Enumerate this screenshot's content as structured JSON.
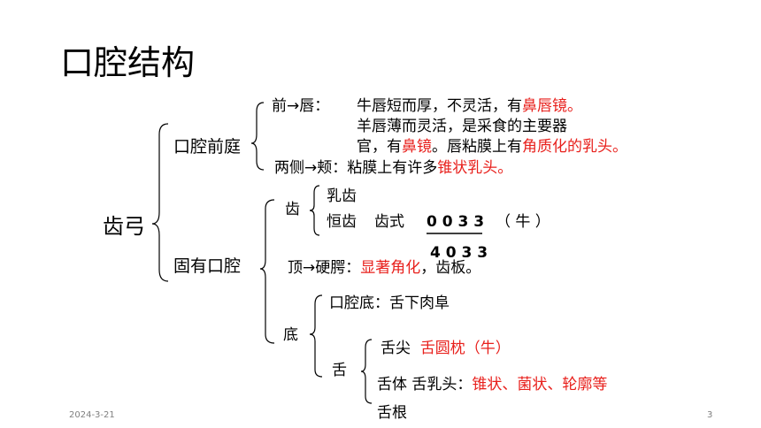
{
  "title": "口腔结构",
  "root": "齿弓",
  "vestibule": {
    "label": "口腔前庭",
    "front": {
      "label": "前→唇：",
      "line1_a": "牛唇短而厚，不灵活，有",
      "line1_b": "鼻唇镜。",
      "line2": "羊唇薄而灵活，是采食的主要器",
      "line3_a": "官，有",
      "line3_b": "鼻镜",
      "line3_c": "。唇粘膜上有",
      "line3_d": "角质化的乳头。"
    },
    "side": {
      "label_a": "两侧→颊：粘膜上有许多",
      "label_b": "锥状乳头。"
    }
  },
  "proper": {
    "label": "固有口腔",
    "teeth": {
      "label": "齿",
      "milk": "乳齿",
      "perm": "恒齿",
      "formula_label": "齿式",
      "formula_top": "0 0 3 3",
      "formula_note": "（  牛  ）",
      "formula_bottom": "4 0 3 3"
    },
    "roof": {
      "a": "顶→硬腭：",
      "b": "显著角化",
      "c": "，齿板。"
    },
    "floor": {
      "label": "底",
      "floor_item": "口腔底：舌下肉阜",
      "tongue": {
        "label": "舌",
        "tip_a": "舌尖",
        "tip_b": "舌圆枕（牛）",
        "body_a": "舌体  舌乳头：",
        "body_b": "锥状、菌状、轮廓等",
        "root": "舌根"
      }
    }
  },
  "footer": {
    "date": "2024-3-21",
    "page": "3"
  }
}
